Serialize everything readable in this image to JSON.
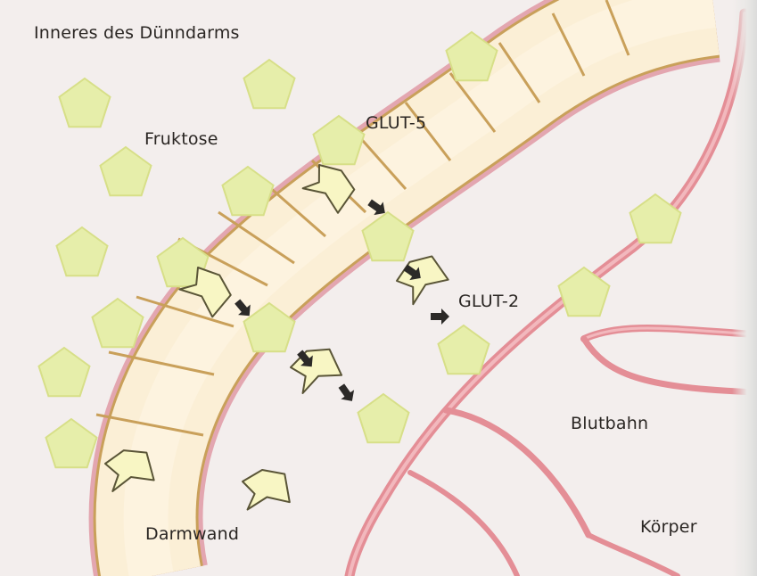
{
  "labels": {
    "region_intestine": "Inneres des Dünndarms",
    "sugar": "Fruktose",
    "transporter_glut5": "GLUT-5",
    "transporter_glut2": "GLUT-2",
    "blood": "Blutbahn",
    "body": "Körper",
    "wall": "Darmwand"
  },
  "colors": {
    "background": "#f3eeed",
    "fructose_fill": "#e6eeaa",
    "fructose_stroke": "#d8e08a",
    "wall_cell": "#fbefd6",
    "wall_line": "#c9a05a",
    "membrane": "#e3a6b0",
    "blood_vessel": "#e48e96",
    "transporter_fill": "#f8f6c4",
    "arrow": "#2c2a28"
  },
  "icons": {
    "fructose": "pentagon-icon",
    "transporter": "chevron-transporter-icon",
    "flow": "arrow-icon"
  }
}
